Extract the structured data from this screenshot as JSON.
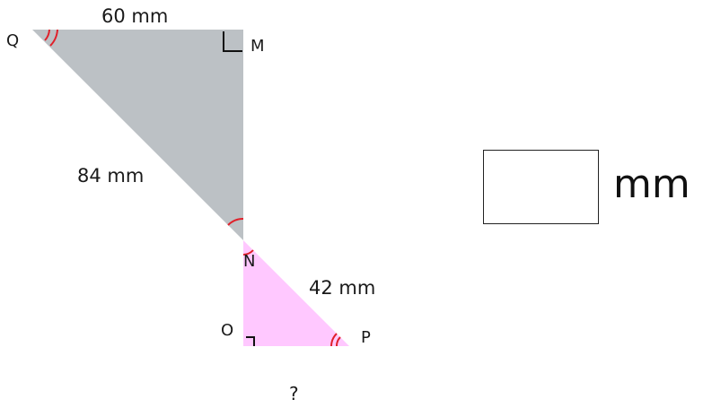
{
  "diagram": {
    "vertices": {
      "q": "Q",
      "m": "M",
      "n": "N",
      "o": "O",
      "p": "P"
    },
    "lengths": {
      "qm": "60 mm",
      "qn": "84 mm",
      "np": "42 mm"
    },
    "unknown": "?",
    "colors": {
      "large_triangle": "#bcc1c5",
      "small_triangle": "#ffc8ff",
      "angle_arc": "#e0202a",
      "right_angle_mark": "#111111"
    }
  },
  "answer": {
    "value": "",
    "unit": "mm"
  }
}
